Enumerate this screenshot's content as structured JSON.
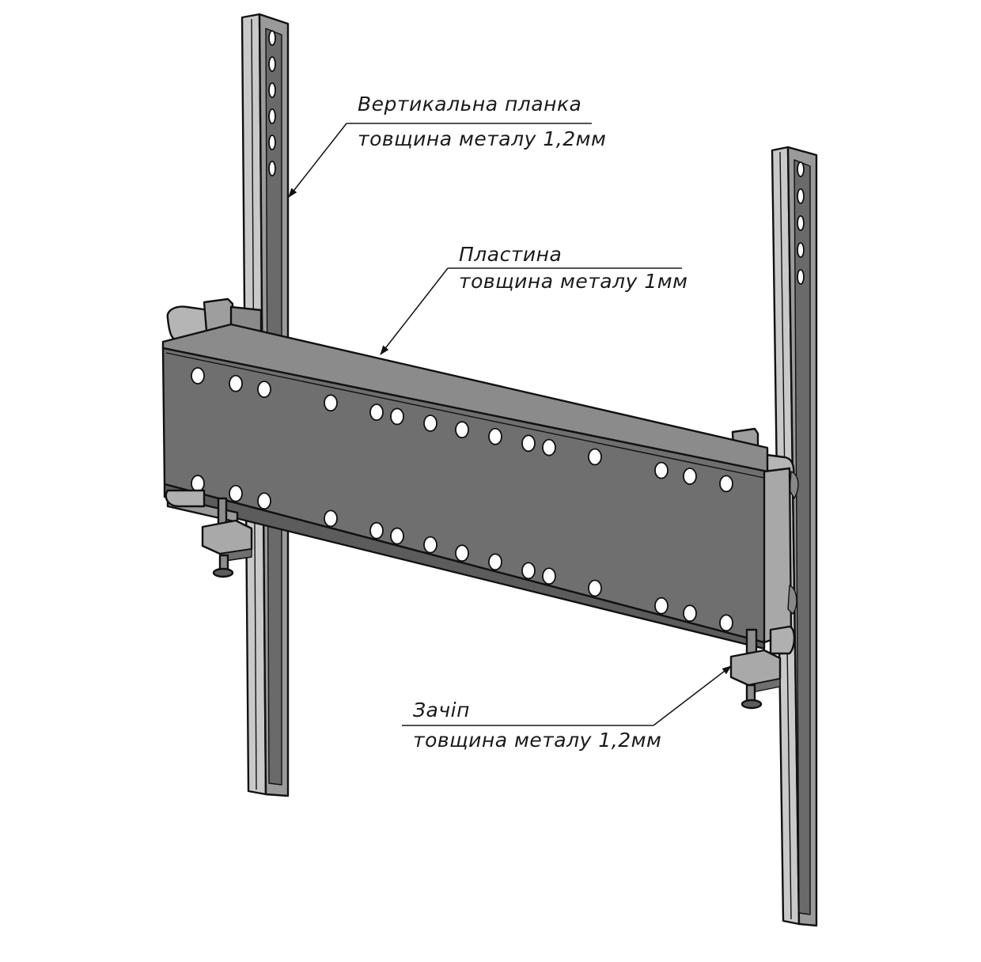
{
  "callouts": {
    "rail": {
      "title": "Вертикальна планка",
      "subtitle": "товщина металу 1,2мм"
    },
    "plate": {
      "title": "Пластина",
      "subtitle": "товщина металу 1мм"
    },
    "latch": {
      "title": "Зачіп",
      "subtitle": "товщина металу 1,2мм"
    }
  },
  "colors": {
    "plate_face": "#6f6f6f",
    "plate_edge": "#8b8b8b",
    "rail_light": "#c9c9c9",
    "rail_mid": "#9a9a9a",
    "rail_dark": "#6a6a6a",
    "hole": "#ffffff",
    "line": "#111111"
  }
}
